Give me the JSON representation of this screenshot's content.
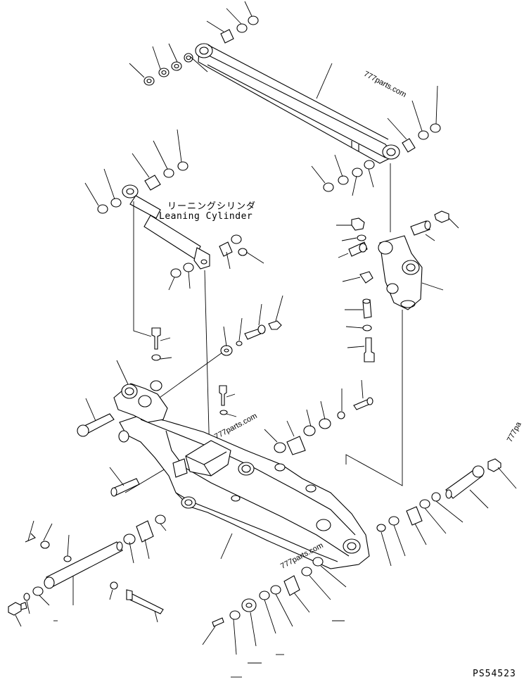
{
  "labels": {
    "cylinder_jp": "リーニングシリンダ",
    "cylinder_en": "Leaning Cylinder",
    "drawing_code": "PS54523"
  },
  "watermarks": [
    "777parts.com",
    "777parts.com",
    "777parts.com",
    "777pa"
  ]
}
